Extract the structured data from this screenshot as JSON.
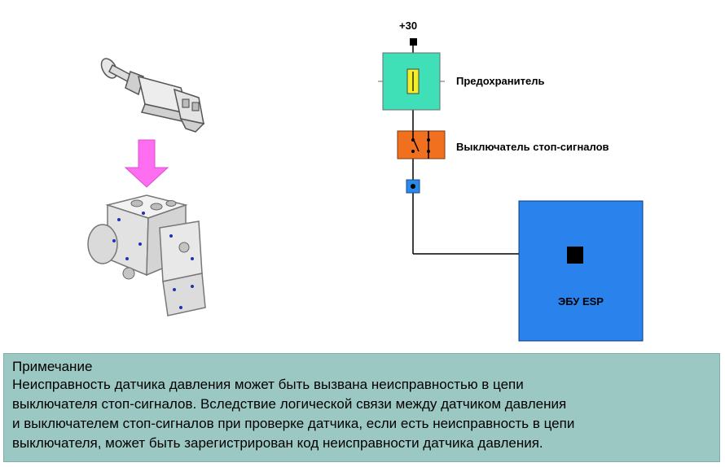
{
  "diagram": {
    "supply_label": "+30",
    "fuse_label": "Предохранитель",
    "switch_label": "Выключатель стоп-сигналов",
    "ecu_label": "ЭБУ ESP"
  },
  "colors": {
    "fuse_box": "#3fe0b8",
    "fuse_element": "#f2ee2a",
    "switch_box": "#f07020",
    "connector": "#2a8ae8",
    "ecu_box": "#2a82ec",
    "arrow": "#ff6ef0",
    "note_bg": "#9cc8c4"
  },
  "icons": {
    "brake_switch": "brake-light-switch-illustration",
    "abs_unit": "abs-hydraulic-unit-illustration",
    "arrow": "arrow-down-icon"
  },
  "note": {
    "title": "Примечание",
    "lines": [
      "Неисправность датчика давления может быть вызвана неисправностью в цепи",
      "выключателя стоп-сигналов. Вследствие логической связи между датчиком давления",
      "и выключателем стоп-сигналов при проверке датчика, если есть неисправность в цепи",
      "выключателя, может быть зарегистрирован код неисправности датчика давления."
    ]
  }
}
